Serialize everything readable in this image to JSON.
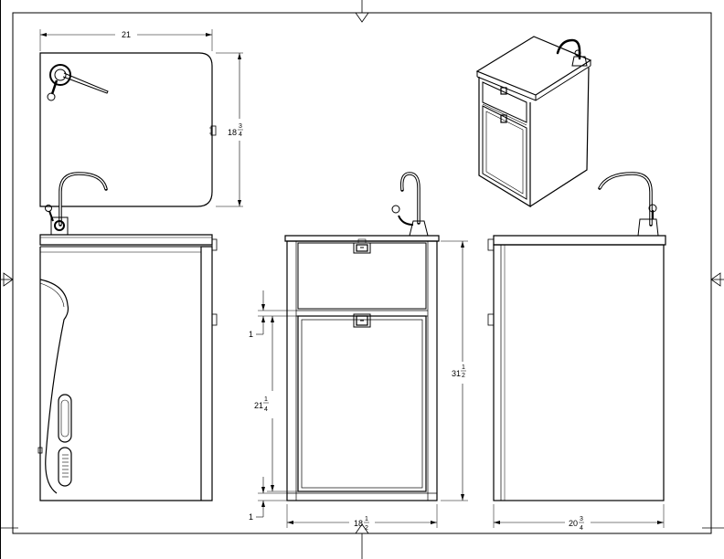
{
  "drawing": {
    "title": "",
    "views": [
      "top-view",
      "left-side-view",
      "front-view",
      "right-side-view",
      "isometric-view"
    ]
  },
  "dimensions": {
    "top_width": {
      "whole": "21",
      "num": "",
      "den": ""
    },
    "top_depth": {
      "whole": "18",
      "num": "3",
      "den": "4"
    },
    "front_width": {
      "whole": "18",
      "num": "1",
      "den": "2"
    },
    "front_height": {
      "whole": "31",
      "num": "1",
      "den": "2"
    },
    "door_height": {
      "whole": "21",
      "num": "1",
      "den": "4"
    },
    "gap_upper": {
      "whole": "1",
      "num": "",
      "den": ""
    },
    "gap_lower": {
      "whole": "1",
      "num": "",
      "den": ""
    },
    "side_depth": {
      "whole": "20",
      "num": "3",
      "den": "4"
    }
  }
}
